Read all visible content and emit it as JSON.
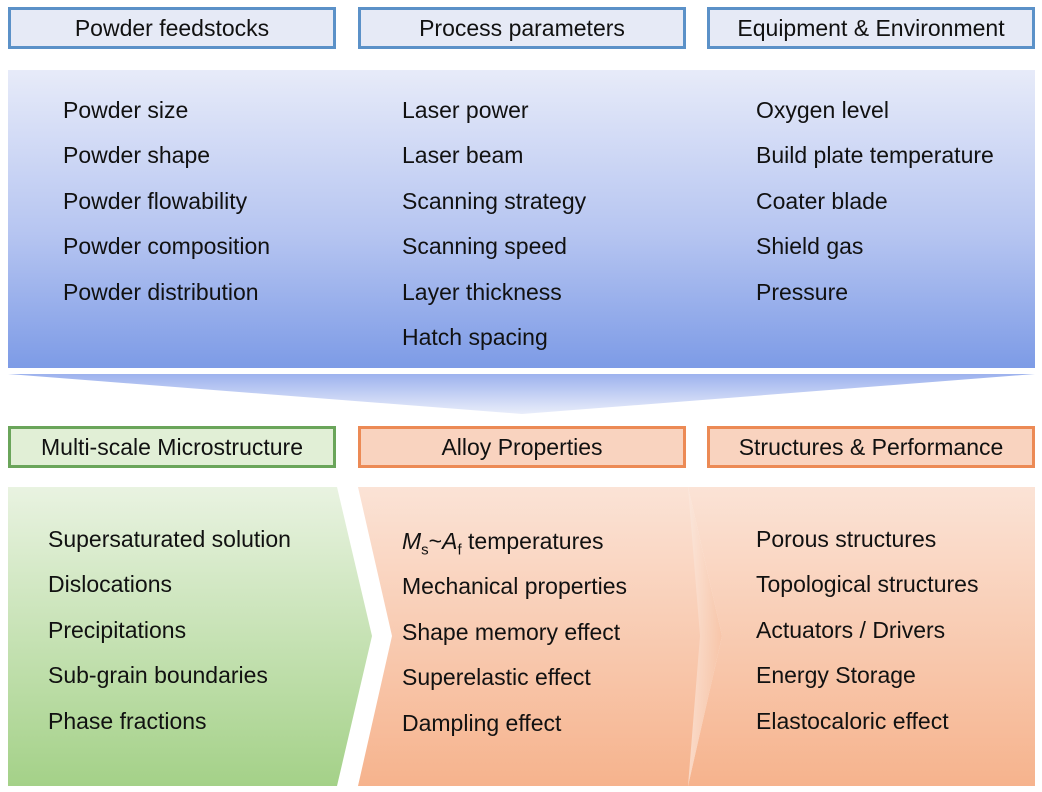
{
  "top": {
    "headers": [
      "Powder feedstocks",
      "Process parameters",
      "Equipment & Environment"
    ],
    "columns": [
      [
        "Powder size",
        "Powder shape",
        "Powder flowability",
        "Powder composition",
        "Powder distribution"
      ],
      [
        "Laser power",
        "Laser beam",
        "Scanning strategy",
        "Scanning speed",
        "Layer thickness",
        "Hatch spacing"
      ],
      [
        "Oxygen level",
        "Build plate temperature",
        "Coater blade",
        "Shield gas",
        "Pressure"
      ]
    ]
  },
  "bottom": {
    "headers": [
      "Multi-scale Microstructure",
      "Alloy Properties",
      "Structures & Performance"
    ],
    "columns": [
      [
        "Supersaturated solution",
        "Dislocations",
        "Precipitations",
        "Sub-grain boundaries",
        "Phase fractions"
      ],
      [
        "Ms~Af temperatures",
        "Mechanical properties",
        "Shape memory effect",
        "Superelastic effect",
        "Dampling effect"
      ],
      [
        "Porous structures",
        "Topological structures",
        "Actuators / Drivers",
        "Energy Storage",
        "Elastocaloric effect"
      ]
    ],
    "ms_af": {
      "M": "M",
      "s": "s",
      "tilde": "~",
      "A": "A",
      "f": "f",
      "rest": " temperatures"
    }
  },
  "colors": {
    "blue_border": "#5b91c8",
    "blue_fill_top": "#e3e8f8",
    "blue_fill_bottom": "#7f9de6",
    "green_border": "#6aa55a",
    "green_fill_top": "#e6f1dc",
    "green_fill_bottom": "#a6d28a",
    "orange_border": "#ec8a55",
    "orange_fill": "#f7b995"
  }
}
